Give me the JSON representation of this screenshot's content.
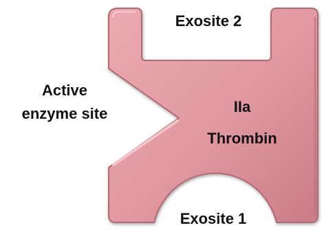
{
  "diagram": {
    "labels": {
      "exosite_top": "Exosite 2",
      "exosite_bottom": "Exosite 1",
      "active_site_line1": "Active",
      "active_site_line2": "enzyme site",
      "enzyme_line1": "IIa",
      "enzyme_line2": "Thrombin"
    },
    "colors": {
      "body_fill": "#e1979f",
      "body_edge": "#b06a73",
      "highlight": "#f3c4c9",
      "text": "#111111",
      "background": "#ffffff"
    }
  }
}
